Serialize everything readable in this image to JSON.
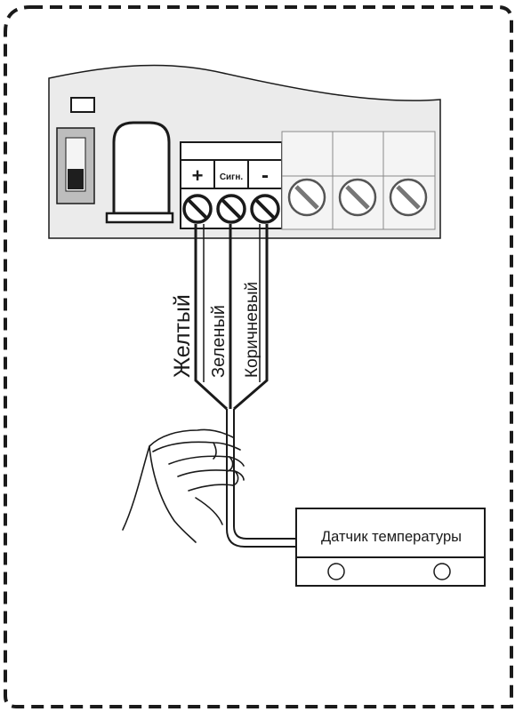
{
  "terminals": {
    "plus": "+",
    "signal": "Сигн.",
    "minus": "-"
  },
  "wires": {
    "yellow": "Желтый",
    "green": "Зеленый",
    "brown": "Коричневый"
  },
  "sensor": {
    "label": "Датчик температуры"
  },
  "colors": {
    "stroke": "#1a1a1a",
    "board_gray": "#e9e9e9",
    "terminal_fill": "#f2f2f2",
    "switch_gray": "#b9b9b9"
  }
}
